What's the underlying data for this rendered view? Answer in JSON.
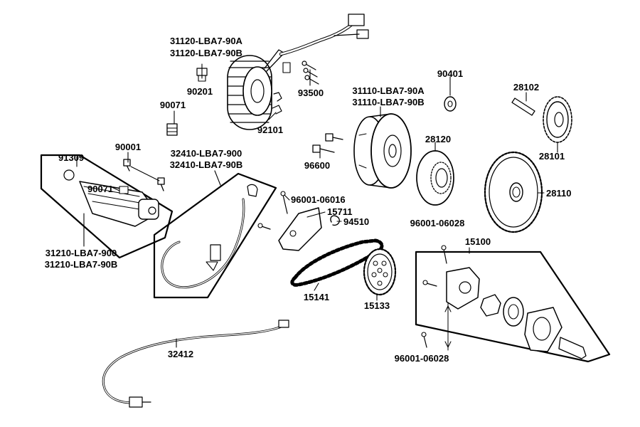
{
  "labels": {
    "stator_a": "31120-LBA7-90A",
    "stator_b": "31120-LBA7-90B",
    "p90201": "90201",
    "p90071_top": "90071",
    "p93500": "93500",
    "p92101": "92101",
    "p90001": "90001",
    "p91309": "91309",
    "p90071_motor": "90071",
    "motor_a": "31210-LBA7-900",
    "motor_b": "31210-LBA7-90B",
    "cable_a": "32410-LBA7-900",
    "cable_b": "32410-LBA7-90B",
    "p96600": "96600",
    "flywheel_a": "31110-LBA7-90A",
    "flywheel_b": "31110-LBA7-90B",
    "p90401": "90401",
    "p28102": "28102",
    "p28101": "28101",
    "p28120": "28120",
    "p28110": "28110",
    "p96001_top": "96001-06016",
    "p15711": "15711",
    "p94510": "94510",
    "p96001_pump": "96001-06028",
    "p15100": "15100",
    "p15141": "15141",
    "p15133": "15133",
    "p96001_bottom": "96001-06028",
    "p32412": "32412"
  }
}
